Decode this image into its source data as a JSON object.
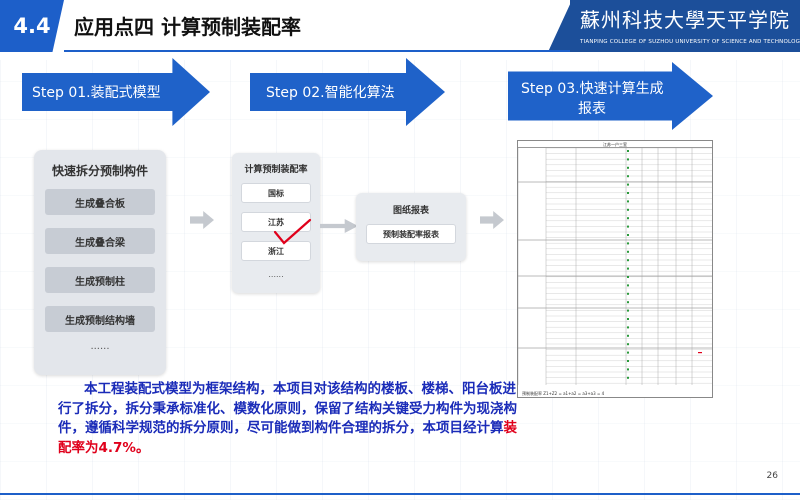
{
  "header": {
    "section_number": "4.4",
    "title": "应用点四 计算预制装配率",
    "logo_cn": "蘇州科技大學天平学院",
    "logo_en": "TIANPING COLLEGE OF SUZHOU UNIVERSITY OF SCIENCE AND TECHNOLOGY"
  },
  "steps": [
    {
      "label": "Step 01.装配式模型"
    },
    {
      "label": "Step 02.智能化算法"
    },
    {
      "label_line1": "Step 03.快速计算生成",
      "label_line2": "报表"
    }
  ],
  "panel1": {
    "title": "快速拆分预制构件",
    "buttons": [
      "生成叠合板",
      "生成叠合梁",
      "生成预制柱",
      "生成预制结构墙"
    ],
    "more": "......"
  },
  "panel2": {
    "title": "计算预制装配率",
    "options": [
      "国标",
      "江苏",
      "浙江"
    ],
    "more": "......"
  },
  "panel3": {
    "title": "图纸报表",
    "button": "预制装配率报表"
  },
  "sheet": {
    "title": "江苏一户三室",
    "total_label": "预制装配率",
    "total_formula": "Z1+Z2 = a1+a2 = a3+a3 = 4"
  },
  "description": {
    "text_main": "本工程装配式模型为框架结构，本项目对该结构的楼板、楼梯、阳台板进行了拆分，拆分秉承标准化、模数化原则，保留了结构关键受力构件为现浇构件，遵循科学规范的拆分原则，尽可能做到构件合理的拆分，本项目经计算",
    "text_highlight": "装配率为4.7%。"
  },
  "page_number": "26",
  "colors": {
    "primary_blue": "#1f62c9",
    "text_blue": "#1a2bb8",
    "highlight_red": "#e0001b",
    "logo_blue": "#1c4f9a"
  }
}
